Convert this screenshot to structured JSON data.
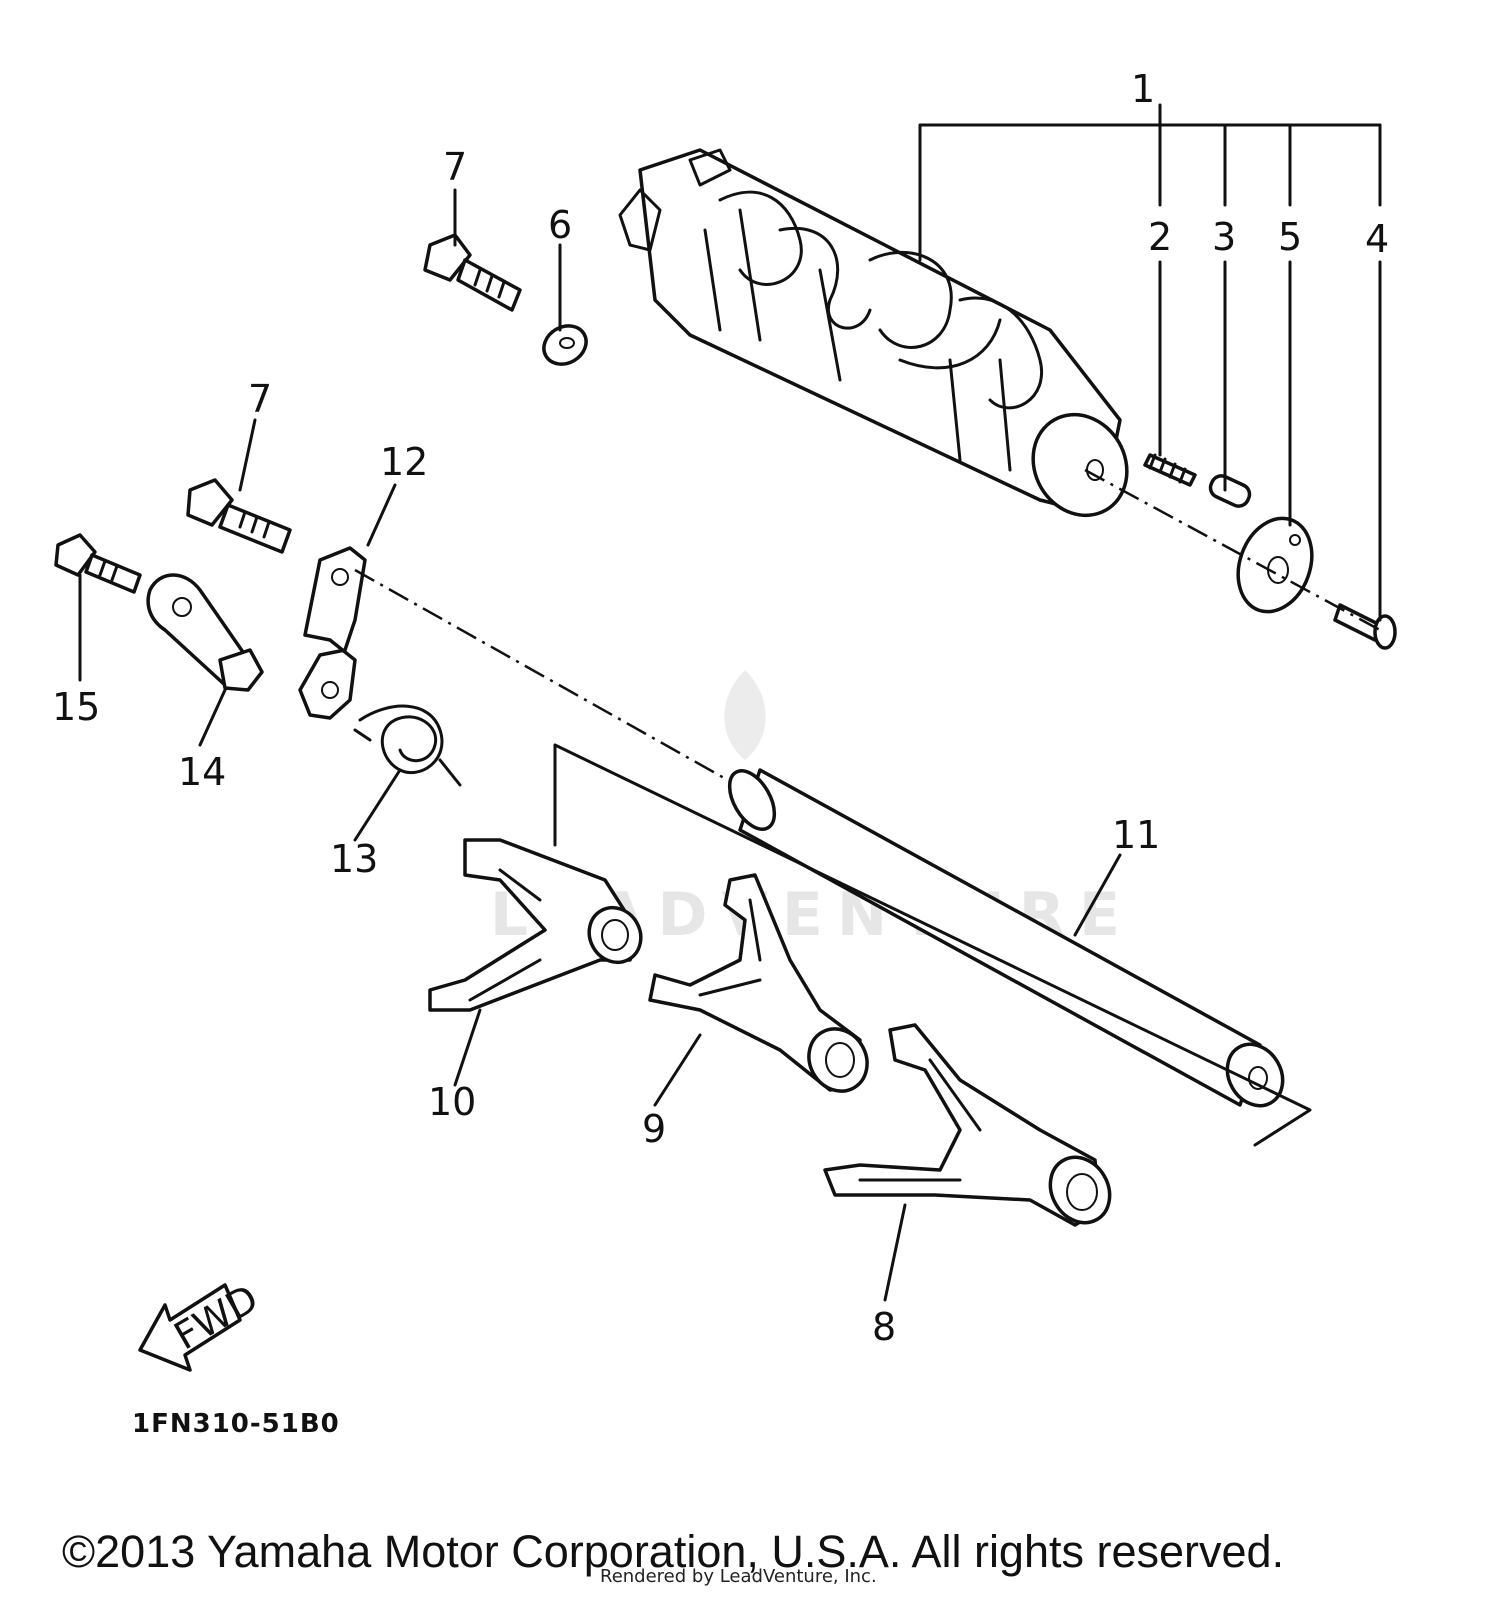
{
  "diagram": {
    "part_numbers": [
      "1",
      "2",
      "3",
      "4",
      "5",
      "6",
      "7",
      "7",
      "8",
      "9",
      "10",
      "11",
      "12",
      "13",
      "14",
      "15"
    ],
    "drawing_code": "1FN310-51B0",
    "fwd_label": "FWD",
    "watermark": "LEADVENTURE"
  },
  "footer": {
    "copyright": "©2013 Yamaha Motor Corporation, U.S.A. All rights reserved.",
    "rendered_by": "Rendered by LeadVenture, Inc."
  }
}
